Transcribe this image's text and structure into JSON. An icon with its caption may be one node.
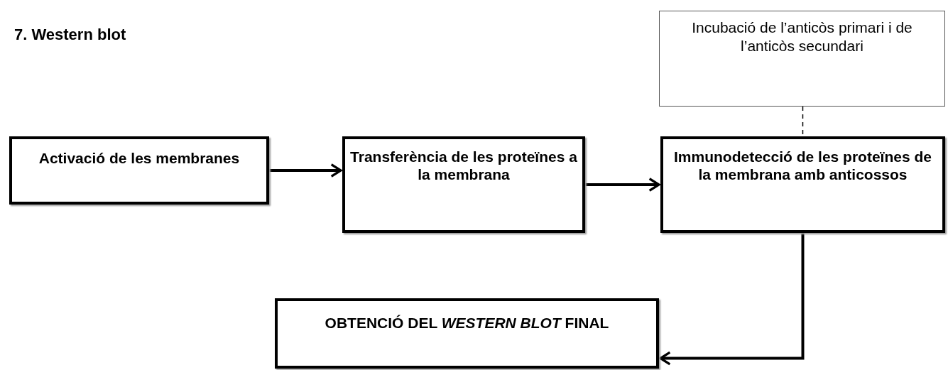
{
  "diagram": {
    "title": "7. Western blot",
    "nodes": [
      {
        "text": [
          "Activació de les membranes"
        ]
      },
      {
        "text": [
          "Transferència de les proteïnes a la membrana"
        ]
      },
      {
        "text": [
          "Immunodetecció de les proteïnes de la membrana amb anticossos"
        ]
      },
      {
        "text": [
          "Incubació de l’anticòs primari i de l’anticòs secundari"
        ]
      },
      {
        "text": [
          "OBTENCIÓ DEL *WESTERN BLOT* FINAL"
        ]
      }
    ],
    "edges": [
      {
        "from": 0,
        "to": 1,
        "arrow": "to"
      },
      {
        "from": 1,
        "to": 2,
        "arrow": "to"
      },
      {
        "from": 3,
        "to": 2,
        "arrow": "none",
        "style": "dashed"
      },
      {
        "from": 2,
        "to": 4,
        "arrow": "to"
      }
    ]
  }
}
